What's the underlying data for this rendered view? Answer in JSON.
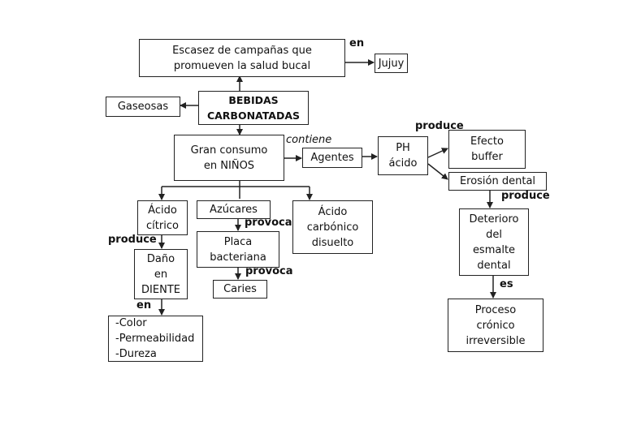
{
  "nodes": {
    "escasez": [
      "Escasez de campañas que",
      "promueven la salud bucal"
    ],
    "jujuy": [
      "Jujuy"
    ],
    "bebidas": [
      "BEBIDAS",
      "CARBONATADAS"
    ],
    "gaseosas": [
      "Gaseosas"
    ],
    "gran_consumo": [
      "Gran consumo",
      "en NIÑOS"
    ],
    "agentes": [
      "Agentes"
    ],
    "ph_acido": [
      "PH",
      "ácido"
    ],
    "efecto_buffer": [
      "Efecto",
      "buffer"
    ],
    "erosion_dental": [
      "Erosión dental"
    ],
    "deterioro": [
      "Deterioro",
      "del",
      "esmalte",
      "dental"
    ],
    "proceso": [
      "Proceso",
      "crónico",
      "irreversible"
    ],
    "acido_citrico": [
      "Ácido",
      "cítrico"
    ],
    "azucares": [
      "Azúcares"
    ],
    "acido_carbonico": [
      "Ácido",
      "carbónico",
      "disuelto"
    ],
    "placa": [
      "Placa",
      "bacteriana"
    ],
    "caries": [
      "Caries"
    ],
    "dano": [
      "Daño",
      "en",
      "DIENTE"
    ],
    "propiedades": [
      "-Color",
      "-Permeabilidad",
      "-Dureza"
    ]
  },
  "link_labels": {
    "en_jujuy": "en",
    "contiene": "contiene",
    "produce_buffer": "produce",
    "produce_deterioro": "produce",
    "es": "es",
    "provoca_placa": "provoca",
    "provoca_caries": "provoca",
    "produce_dano": "produce",
    "en_propiedades": "en"
  }
}
